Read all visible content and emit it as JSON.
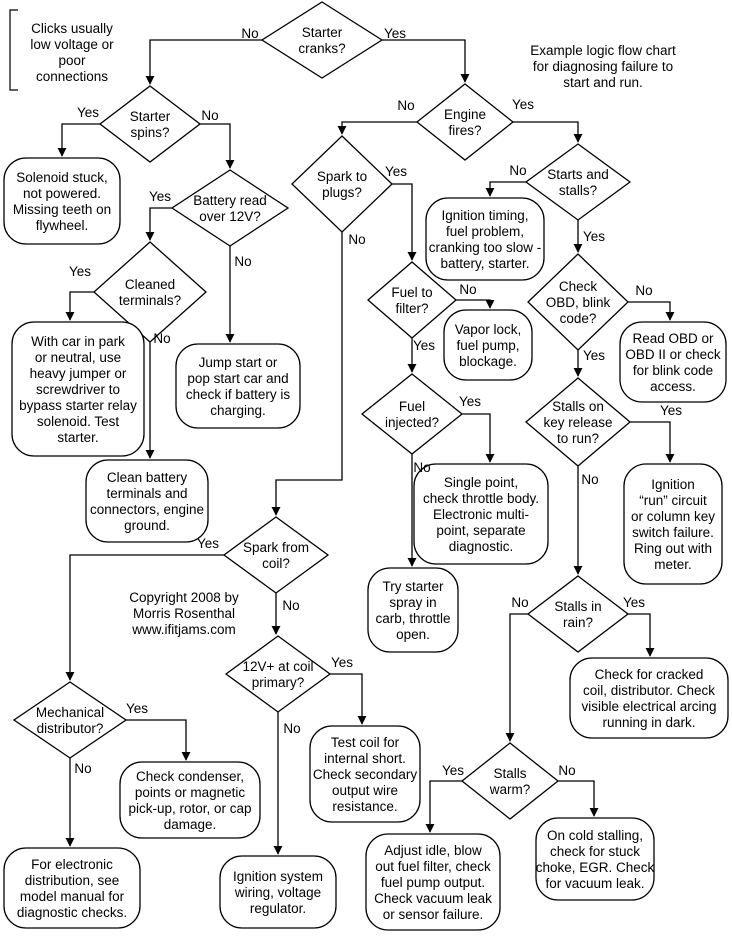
{
  "labels": {
    "yes": "Yes",
    "no": "No"
  },
  "decisions": [
    {
      "id": "d_cranks",
      "lines": [
        "Starter",
        "cranks?"
      ]
    },
    {
      "id": "d_spins",
      "lines": [
        "Starter",
        "spins?"
      ]
    },
    {
      "id": "d_battery",
      "lines": [
        "Battery read",
        "over 12V?"
      ]
    },
    {
      "id": "d_cleaned",
      "lines": [
        "Cleaned",
        "terminals?"
      ]
    },
    {
      "id": "d_fires",
      "lines": [
        "Engine",
        "fires?"
      ]
    },
    {
      "id": "d_spark_plugs",
      "lines": [
        "Spark to",
        "plugs?"
      ]
    },
    {
      "id": "d_starts_stalls",
      "lines": [
        "Starts and",
        "stalls?"
      ]
    },
    {
      "id": "d_fuel_filter",
      "lines": [
        "Fuel to",
        "filter?"
      ]
    },
    {
      "id": "d_obd",
      "lines": [
        "Check",
        "OBD, blink",
        "code?"
      ]
    },
    {
      "id": "d_fuel_injected",
      "lines": [
        "Fuel",
        "injected?"
      ]
    },
    {
      "id": "d_stalls_key",
      "lines": [
        "Stalls on",
        "key release",
        "to run?"
      ]
    },
    {
      "id": "d_spark_coil",
      "lines": [
        "Spark from",
        "coil?"
      ]
    },
    {
      "id": "d_stalls_rain",
      "lines": [
        "Stalls in",
        "rain?"
      ]
    },
    {
      "id": "d_coil_primary",
      "lines": [
        "12V+ at coil",
        "primary?"
      ]
    },
    {
      "id": "d_mech_dist",
      "lines": [
        "Mechanical",
        "distributor?"
      ]
    },
    {
      "id": "d_stalls_warm",
      "lines": [
        "Stalls",
        "warm?"
      ]
    }
  ],
  "outcomes": [
    {
      "id": "o_solenoid",
      "lines": [
        "Solenoid stuck,",
        "not powered.",
        "Missing teeth on",
        "flywheel."
      ]
    },
    {
      "id": "o_ignition_timing",
      "lines": [
        "Ignition timing,",
        "fuel problem,",
        "cranking too slow -",
        "battery, starter."
      ]
    },
    {
      "id": "o_bypass",
      "lines": [
        "With car in park",
        "or neutral, use",
        "heavy jumper or",
        "screwdriver to",
        "bypass starter relay",
        "solenoid. Test",
        "starter."
      ]
    },
    {
      "id": "o_jump",
      "lines": [
        "Jump start or",
        "pop start car and",
        "check if battery is",
        "charging."
      ]
    },
    {
      "id": "o_vapor",
      "lines": [
        "Vapor lock,",
        "fuel pump,",
        "blockage."
      ]
    },
    {
      "id": "o_read_obd",
      "lines": [
        "Read OBD or",
        "OBD II or check",
        "for blink code",
        "access."
      ]
    },
    {
      "id": "o_clean_battery",
      "lines": [
        "Clean battery",
        "terminals and",
        "connectors, engine",
        "ground."
      ]
    },
    {
      "id": "o_single_point",
      "lines": [
        "Single point,",
        "check throttle body.",
        "Electronic multi-",
        "point, separate",
        "diagnostic."
      ]
    },
    {
      "id": "o_ignition_run",
      "lines": [
        "Ignition",
        "“run” circuit",
        "or column key",
        "switch failure.",
        "Ring out with",
        "meter."
      ]
    },
    {
      "id": "o_starter_spray",
      "lines": [
        "Try starter",
        "spray in",
        "carb, throttle",
        "open."
      ]
    },
    {
      "id": "o_cracked_coil",
      "lines": [
        "Check for cracked",
        "coil, distributor. Check",
        "visible electrical arcing",
        "running in dark."
      ]
    },
    {
      "id": "o_test_coil",
      "lines": [
        "Test coil for",
        "internal short.",
        "Check secondary",
        "output wire",
        "resistance."
      ]
    },
    {
      "id": "o_condenser",
      "lines": [
        "Check condenser,",
        "points or magnetic",
        "pick-up, rotor, or cap",
        "damage."
      ]
    },
    {
      "id": "o_cold_stalling",
      "lines": [
        "On cold stalling,",
        "check for stuck",
        "choke, EGR. Check",
        "for vacuum leak."
      ]
    },
    {
      "id": "o_adjust_idle",
      "lines": [
        "Adjust idle, blow",
        "out fuel filter, check",
        "fuel pump output.",
        "Check vacuum leak",
        "or sensor failure."
      ]
    },
    {
      "id": "o_electronic_dist",
      "lines": [
        "For electronic",
        "distribution, see",
        "model manual for",
        "diagnostic checks."
      ]
    },
    {
      "id": "o_ignition_wiring",
      "lines": [
        "Ignition system",
        "wiring, voltage",
        "regulator."
      ]
    }
  ],
  "notes": {
    "clicks": [
      "Clicks usually",
      "low voltage or",
      "poor",
      "connections"
    ],
    "title": [
      "Example logic flow chart",
      "for diagnosing failure to",
      "start and run."
    ],
    "copyright": [
      "Copyright 2008 by",
      "Morris Rosenthal",
      "www.ifitjams.com"
    ]
  }
}
